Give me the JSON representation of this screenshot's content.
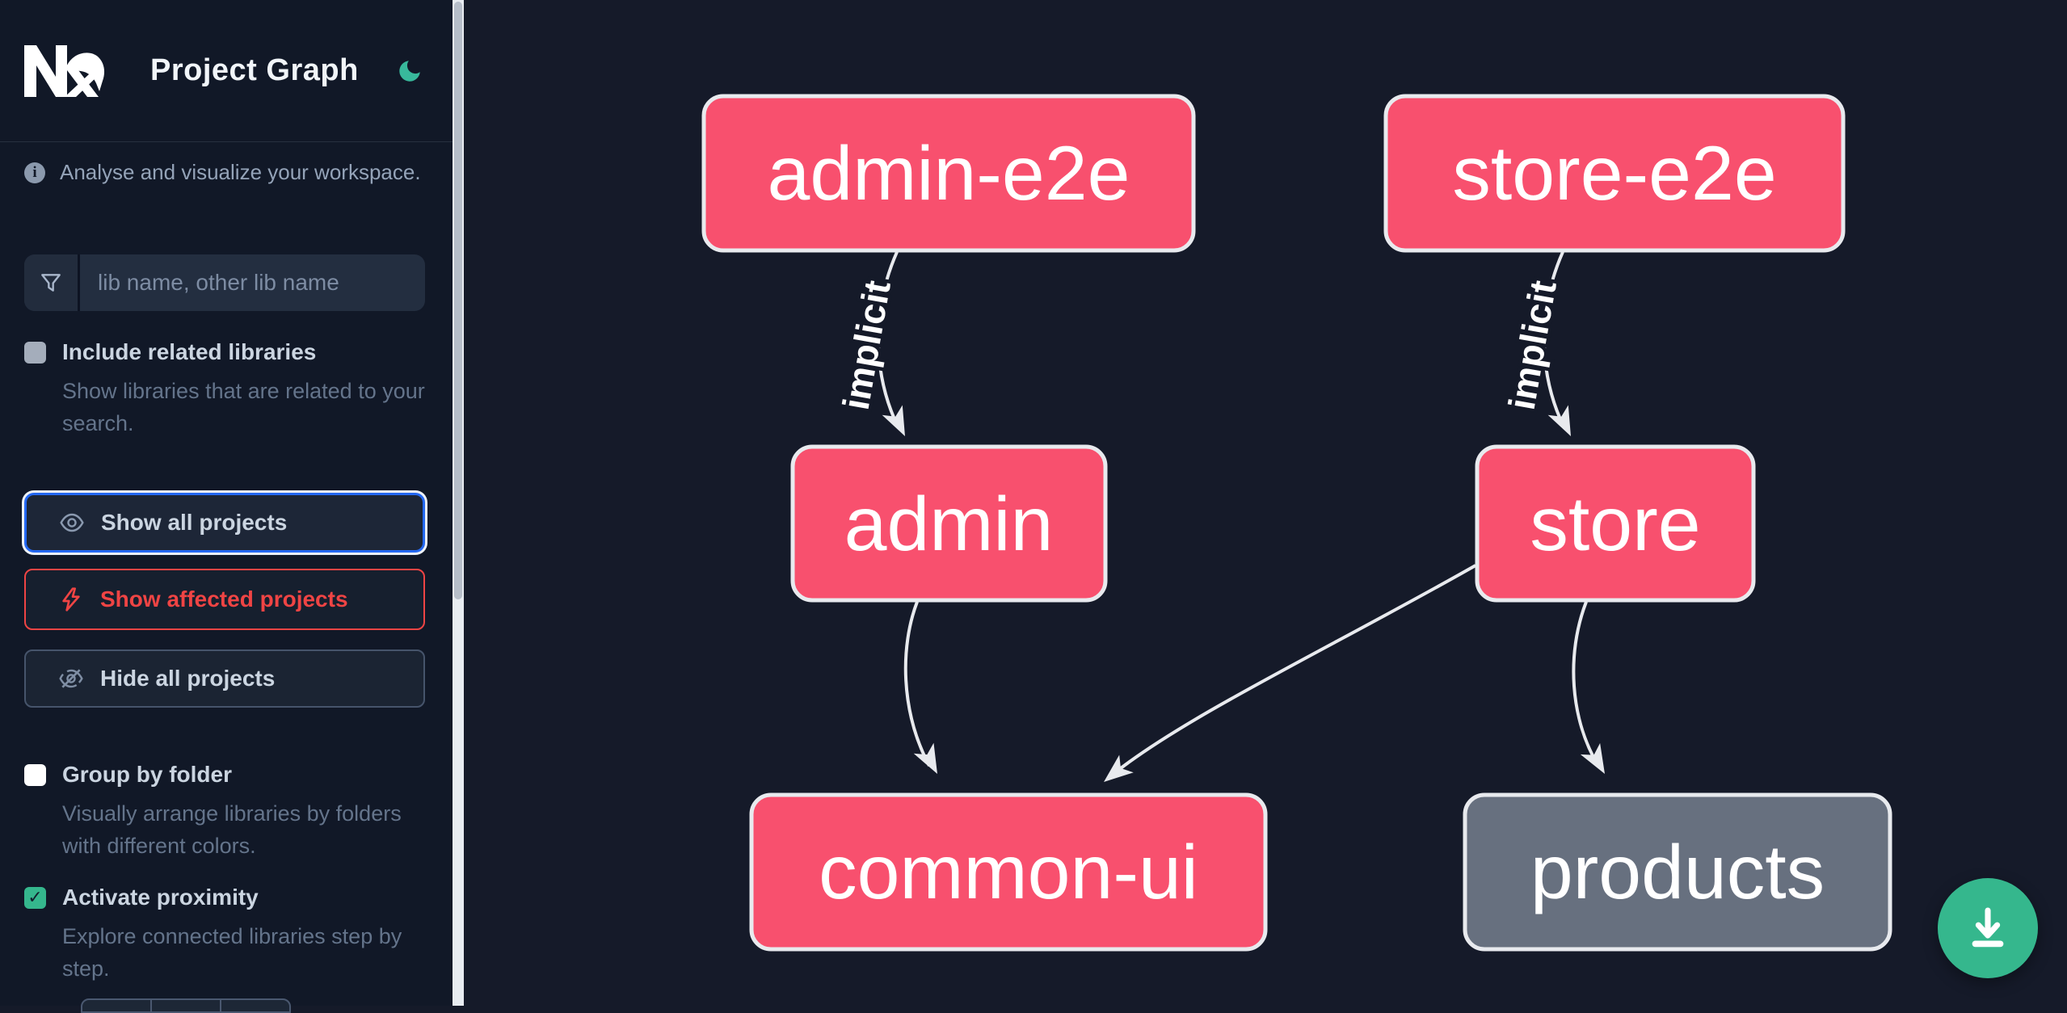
{
  "header": {
    "title": "Project Graph",
    "logo_icon": "nx-logo",
    "theme_icon": "moon-icon"
  },
  "sidebar": {
    "tagline": "Analyse and visualize your workspace.",
    "search": {
      "placeholder": "lib name, other lib name",
      "value": "",
      "icon": "filter-funnel-icon"
    },
    "options": {
      "include_related": {
        "label": "Include related libraries",
        "description": "Show libraries that are related to your search.",
        "checked": false
      },
      "group_by_folder": {
        "label": "Group by folder",
        "description": "Visually arrange libraries by folders with different colors.",
        "checked": false
      },
      "activate_proximity": {
        "label": "Activate proximity",
        "description": "Explore connected libraries step by step.",
        "checked": true,
        "check_glyph": "✓"
      }
    },
    "actions": {
      "show_all": {
        "label": "Show all projects",
        "icon": "eye-icon"
      },
      "show_affected": {
        "label": "Show affected projects",
        "icon": "lightning-bolt-icon"
      },
      "hide_all": {
        "label": "Hide all projects",
        "icon": "eye-off-icon"
      }
    }
  },
  "graph": {
    "nodes": [
      {
        "id": "admin-e2e",
        "label": "admin-e2e",
        "kind": "accent"
      },
      {
        "id": "store-e2e",
        "label": "store-e2e",
        "kind": "accent"
      },
      {
        "id": "admin",
        "label": "admin",
        "kind": "accent"
      },
      {
        "id": "store",
        "label": "store",
        "kind": "accent"
      },
      {
        "id": "common-ui",
        "label": "common-ui",
        "kind": "accent"
      },
      {
        "id": "products",
        "label": "products",
        "kind": "muted"
      }
    ],
    "edges": [
      {
        "from": "admin-e2e",
        "to": "admin",
        "type": "implicit",
        "label": "implicit"
      },
      {
        "from": "store-e2e",
        "to": "store",
        "type": "implicit",
        "label": "implicit"
      },
      {
        "from": "admin",
        "to": "common-ui",
        "type": "static"
      },
      {
        "from": "store",
        "to": "common-ui",
        "type": "static"
      },
      {
        "from": "store",
        "to": "products",
        "type": "static"
      }
    ]
  },
  "fab": {
    "icon": "download-icon"
  },
  "colors": {
    "node_accent": "#f8506e",
    "node_muted": "#67707f",
    "node_border": "#e8eaee",
    "edge": "#e8eaee",
    "focus_blue": "#2468f2",
    "danger_red": "#ef4444",
    "success_green": "#35b78d",
    "sidebar_bg": "#111827",
    "canvas_bg": "#151a29"
  }
}
